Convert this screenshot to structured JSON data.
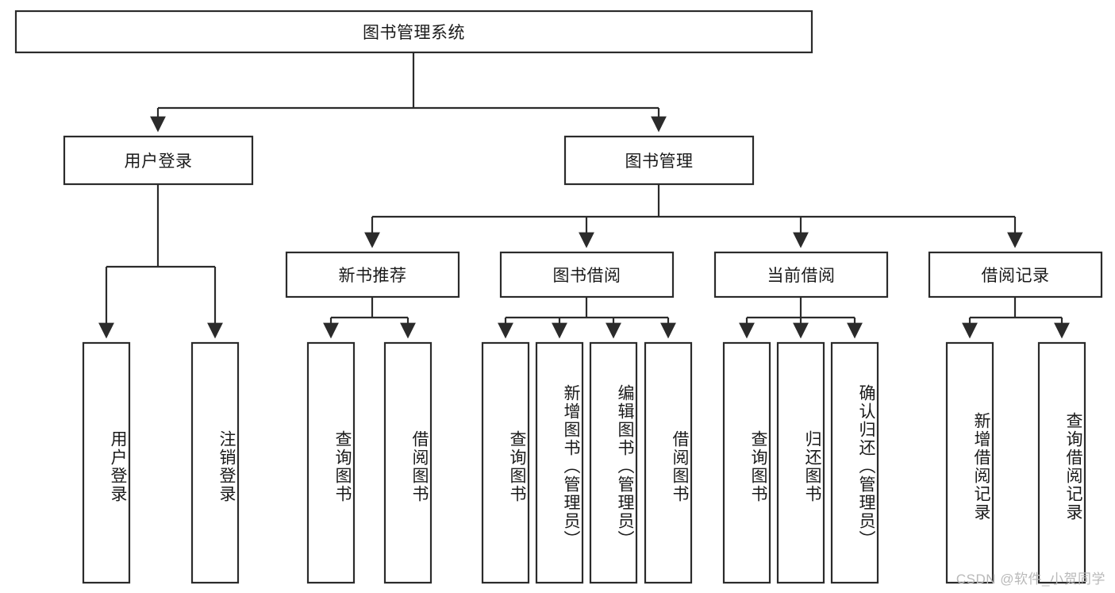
{
  "diagram": {
    "type": "tree-hierarchy",
    "title": "图书管理系统",
    "watermark": "CSDN @软件_小贺同学",
    "colors": {
      "stroke": "#2b2b2b",
      "fill": "#ffffff",
      "text": "#1a1a1a",
      "watermark": "#b9b9b9"
    },
    "levels": {
      "root": {
        "label": "图书管理系统"
      },
      "level2": [
        {
          "label": "用户登录"
        },
        {
          "label": "图书管理"
        }
      ],
      "level3": [
        {
          "label": "新书推荐"
        },
        {
          "label": "图书借阅"
        },
        {
          "label": "当前借阅"
        },
        {
          "label": "借阅记录"
        }
      ],
      "leaves": {
        "user_login": [
          {
            "label": "用户登录"
          },
          {
            "label": "注销登录"
          }
        ],
        "new_book": [
          {
            "label": "查询图书"
          },
          {
            "label": "借阅图书"
          }
        ],
        "book_borrow": [
          {
            "label": "查询图书"
          },
          {
            "label": "新增图书（管理员）"
          },
          {
            "label": "编辑图书（管理员）"
          },
          {
            "label": "借阅图书"
          }
        ],
        "current_borrow": [
          {
            "label": "查询图书"
          },
          {
            "label": "归还图书"
          },
          {
            "label": "确认归还（管理员）"
          }
        ],
        "borrow_record": [
          {
            "label": "新增借阅记录"
          },
          {
            "label": "查询借阅记录"
          }
        ]
      }
    },
    "edges": [
      {
        "from": "图书管理系统",
        "to": "用户登录"
      },
      {
        "from": "图书管理系统",
        "to": "图书管理"
      },
      {
        "from": "用户登录",
        "to": "用户登录"
      },
      {
        "from": "用户登录",
        "to": "注销登录"
      },
      {
        "from": "图书管理",
        "to": "新书推荐"
      },
      {
        "from": "图书管理",
        "to": "图书借阅"
      },
      {
        "from": "图书管理",
        "to": "当前借阅"
      },
      {
        "from": "图书管理",
        "to": "借阅记录"
      },
      {
        "from": "新书推荐",
        "to": "查询图书"
      },
      {
        "from": "新书推荐",
        "to": "借阅图书"
      },
      {
        "from": "图书借阅",
        "to": "查询图书"
      },
      {
        "from": "图书借阅",
        "to": "新增图书（管理员）"
      },
      {
        "from": "图书借阅",
        "to": "编辑图书（管理员）"
      },
      {
        "from": "图书借阅",
        "to": "借阅图书"
      },
      {
        "from": "当前借阅",
        "to": "查询图书"
      },
      {
        "from": "当前借阅",
        "to": "归还图书"
      },
      {
        "from": "当前借阅",
        "to": "确认归还（管理员）"
      },
      {
        "from": "借阅记录",
        "to": "新增借阅记录"
      },
      {
        "from": "借阅记录",
        "to": "查询借阅记录"
      }
    ]
  }
}
